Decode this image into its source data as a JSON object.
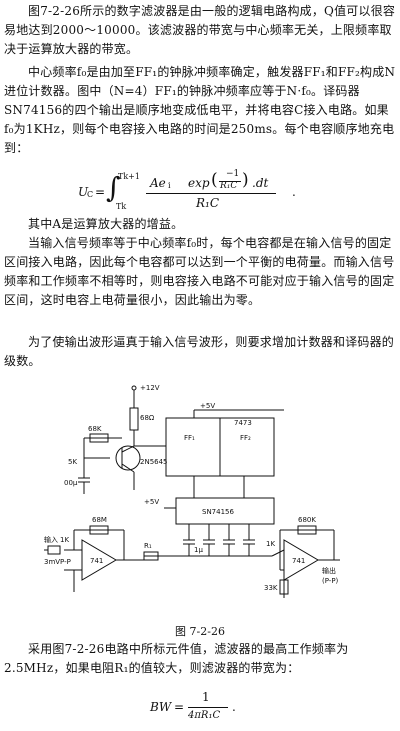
{
  "paragraphs": {
    "p1": "图7-2-26所示的数字滤波器是由一般的逻辑电路构成，Q值可以很容易地达到2000～10000。该滤波器的带宽与中心频率无关，上限频率取决于运算放大器的带宽。",
    "p2": "中心频率f₀是由加至FF₁的钟脉冲频率确定，触发器FF₁和FF₂构成N进位计数器。图中（N=4）FF₁的钟脉冲频率应等于N·f₀。译码器SN74156的四个输出是顺序地变成低电平，并将电容C接入电路。如果f₀为1KHz，则每个电容接入电路的时间是250ms。每个电容顺序地充电到：",
    "p3": "其中A是运算放大器的增益。",
    "p4": "当输入信号频率等于中心频率f₀时，每个电容都是在输入信号的固定区间接入电路，因此每个电容都可以达到一个平衡的电荷量。而输入信号频率和工作频率不相等时，则电容接入电路不可能对应于输入信号的固定区间，这时电容上电荷量很小，因此输出为零。",
    "p5": "为了使输出波形逼真于输入信号波形，则要求增加计数器和译码器的级数。",
    "p6": "采用图7-2-26电路中所标元件值，滤波器的最高工作频率为2.5MHz，如果电阻R₁的值较大，则滤波器的带宽为："
  },
  "formula1": {
    "lhs": "U",
    "lhs_sub": "C",
    "eq": "=",
    "int_upper": "Tk+1",
    "int_lower": "Tk",
    "num_a": "Ae",
    "num_a_sub": "i",
    "num_exp": "exp",
    "exp_num": "−1",
    "exp_den": "R₁C",
    "dt": ".dt",
    "den": "R₁C",
    "tail": "."
  },
  "formula2": {
    "lhs": "BW",
    "eq": "=",
    "num": "1",
    "den": "4πR₁C",
    "tail": "."
  },
  "circuit_labels": {
    "v12": "+12V",
    "r68": "68Ω",
    "r68k": "68K",
    "q1": "2N5645",
    "c00": "00μ",
    "c_k": "5K",
    "plus5": "+5V",
    "ff1": "FF₁",
    "ff2": "FF₂",
    "ic7473": "7473",
    "ic74156": "SN74156",
    "plus5b": "+5V",
    "r68m": "68M",
    "input": "输入",
    "input2": "3mVP-P",
    "r1k": "1K",
    "op741a": "741",
    "r1": "R₁",
    "c1": "1μ",
    "r680k": "680K",
    "r1k2": "1K",
    "op741b": "741",
    "r33k": "33K",
    "output": "输出",
    "output2": "(P-P)"
  },
  "caption": "图 7-2-26"
}
